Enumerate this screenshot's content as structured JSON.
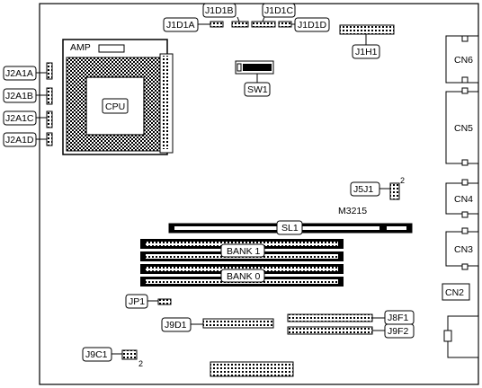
{
  "labels": {
    "j1d1b": "J1D1B",
    "j1d1c": "J1D1C",
    "j1d1a": "J1D1A",
    "j1d1d": "J1D1D",
    "j1h1": "J1H1",
    "j2a1a": "J2A1A",
    "j2a1b": "J2A1B",
    "j2a1c": "J2A1C",
    "j2a1d": "J2A1D",
    "amp": "AMP",
    "cpu": "CPU",
    "sw1": "SW1",
    "cn6": "CN6",
    "cn5": "CN5",
    "cn4": "CN4",
    "cn3": "CN3",
    "cn2": "CN2",
    "j5j1": "J5J1",
    "j5j1_pin": "2",
    "board_id": "M3215",
    "sl1": "SL1",
    "bank1": "BANK 1",
    "bank0": "BANK 0",
    "jp1": "JP1",
    "j9d1": "J9D1",
    "j8f1": "J8F1",
    "j9f2": "J9F2",
    "j9c1": "J9C1",
    "j9c1_pin": "2"
  }
}
